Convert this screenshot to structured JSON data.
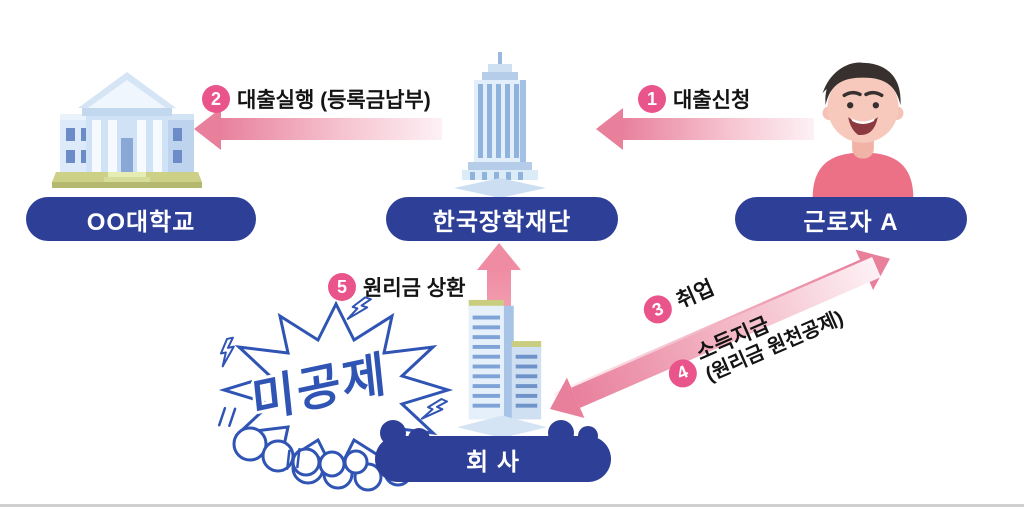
{
  "nodes": {
    "university": {
      "label": "OO대학교"
    },
    "foundation": {
      "label": "한국장학재단"
    },
    "worker": {
      "label": "근로자 A"
    },
    "company": {
      "label": "회 사"
    }
  },
  "flows": {
    "loan_application": {
      "num": "1",
      "label": "대출신청"
    },
    "loan_execution": {
      "num": "2",
      "label": "대출실행 (등록금납부)"
    },
    "employment": {
      "num": "3",
      "label": "취업"
    },
    "income_payment": {
      "num": "4",
      "label": "소득지급",
      "label_sub": "(원리금 원천공제)"
    },
    "repayment": {
      "num": "5",
      "label": "원리금 상환"
    }
  },
  "badge": {
    "label": "미공제"
  },
  "colors": {
    "pill_navy": "#2e3f97",
    "step_circle_pink": "#e9548a",
    "arrow_pink_dark": "#e8809c",
    "arrow_pink_light": "#fdf1f5",
    "burst_blue": "#2f54b4"
  }
}
